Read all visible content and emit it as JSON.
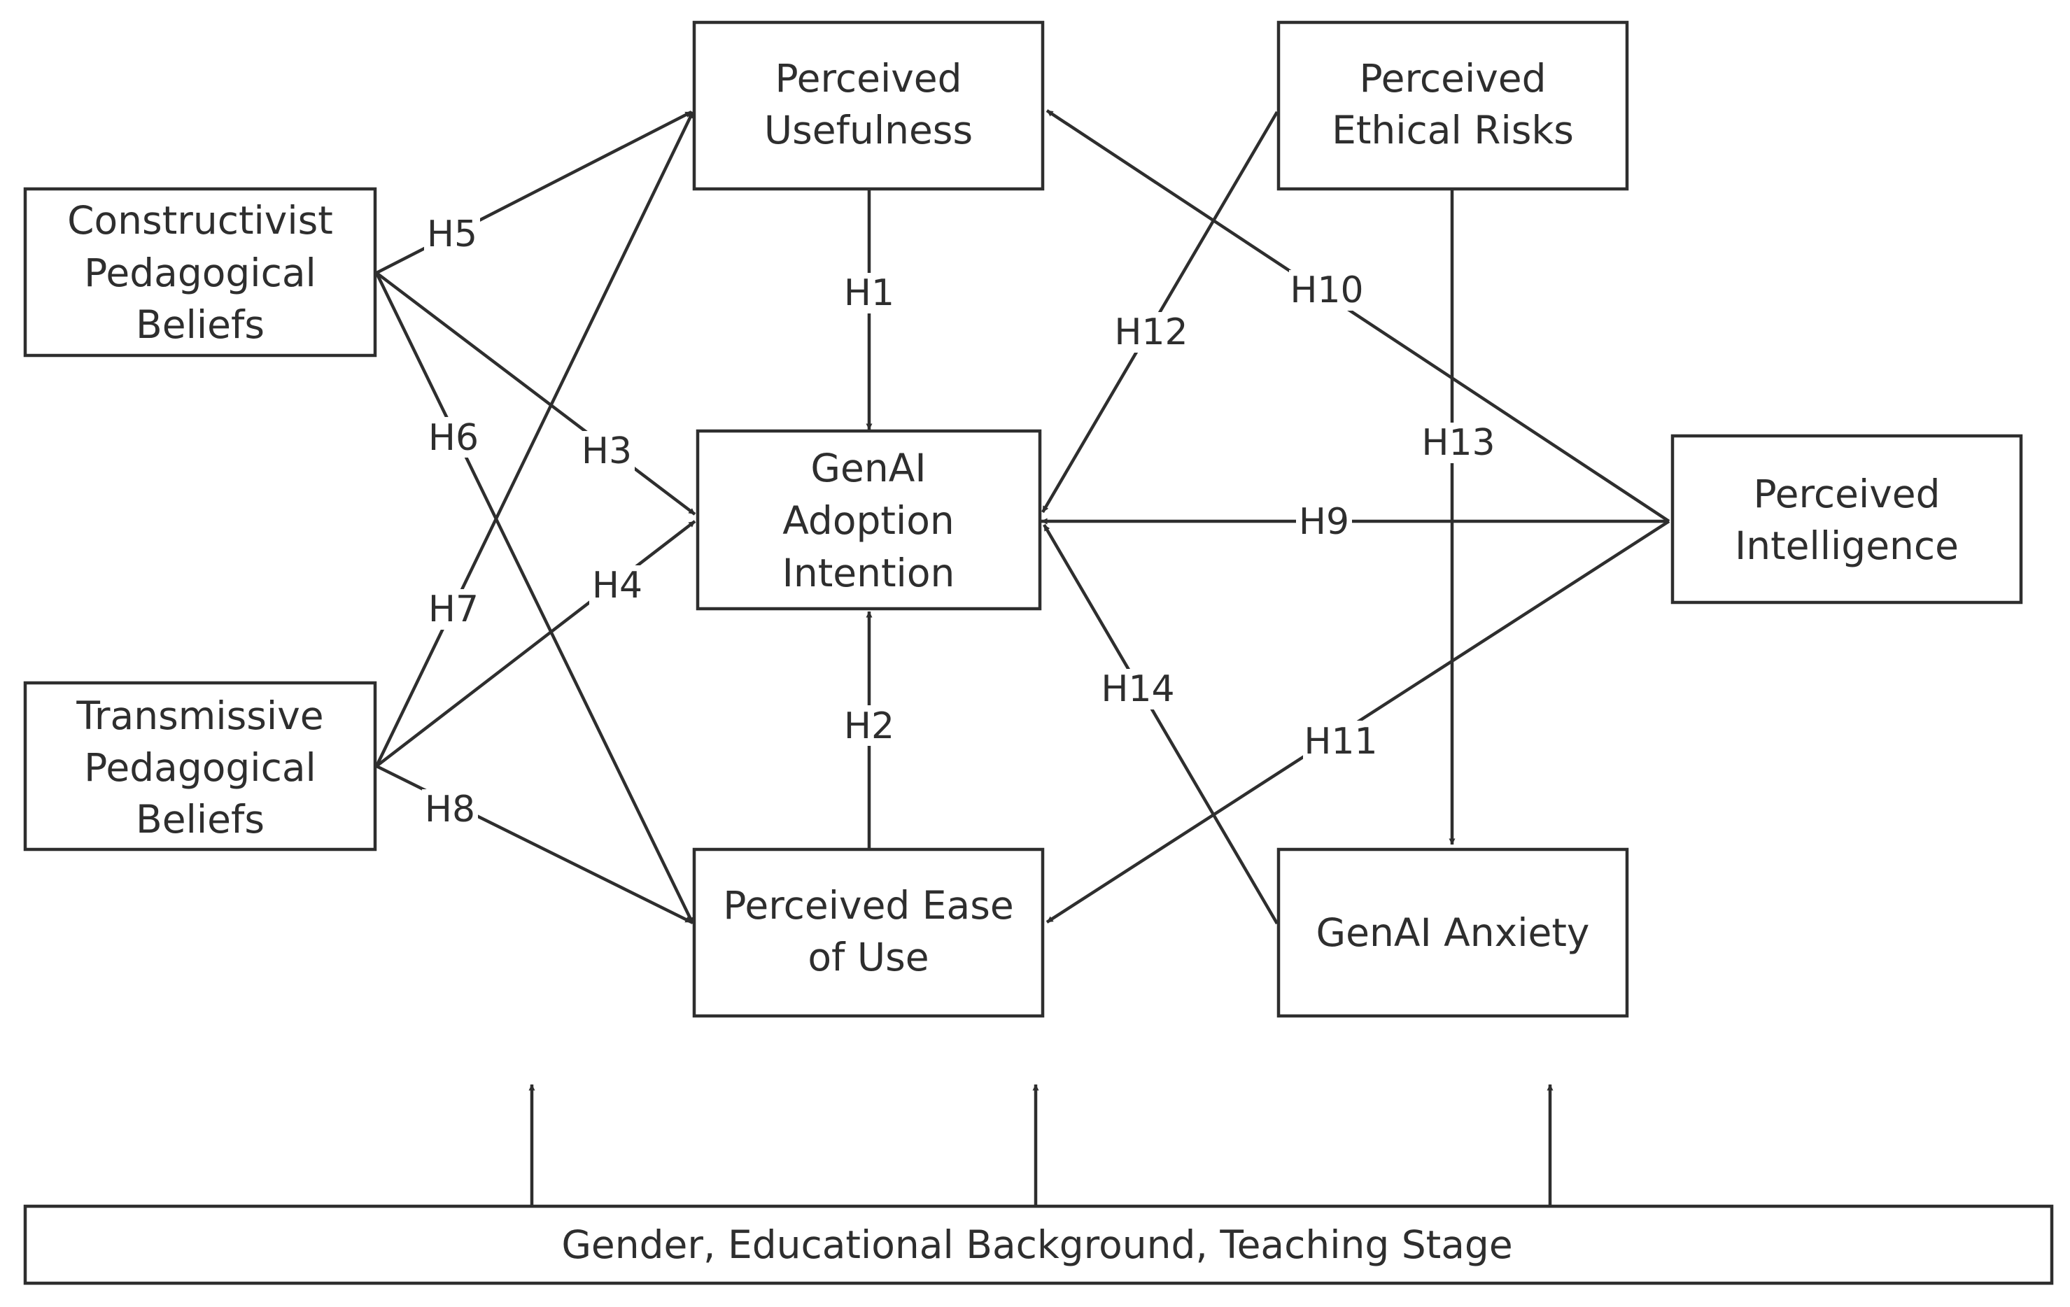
{
  "nodes": {
    "perceived_usefulness": [
      "Perceived",
      "Usefulness"
    ],
    "perceived_ethical_risks": [
      "Perceived",
      "Ethical Risks"
    ],
    "constructivist_beliefs": [
      "Constructivist",
      "Pedagogical",
      "Beliefs"
    ],
    "genai_adoption_intention": [
      "GenAI",
      "Adoption",
      "Intention"
    ],
    "perceived_intelligence": [
      "Perceived",
      "Intelligence"
    ],
    "transmissive_beliefs": [
      "Transmissive",
      "Pedagogical",
      "Beliefs"
    ],
    "perceived_ease_of_use": [
      "Perceived Ease",
      "of Use"
    ],
    "genai_anxiety": [
      "GenAI Anxiety"
    ],
    "controls": [
      "Gender, Educational Background, Teaching Stage"
    ]
  },
  "hypotheses": {
    "h1": "H1",
    "h2": "H2",
    "h3": "H3",
    "h4": "H4",
    "h5": "H5",
    "h6": "H6",
    "h7": "H7",
    "h8": "H8",
    "h9": "H9",
    "h10": "H10",
    "h11": "H11",
    "h12": "H12",
    "h13": "H13",
    "h14": "H14"
  }
}
